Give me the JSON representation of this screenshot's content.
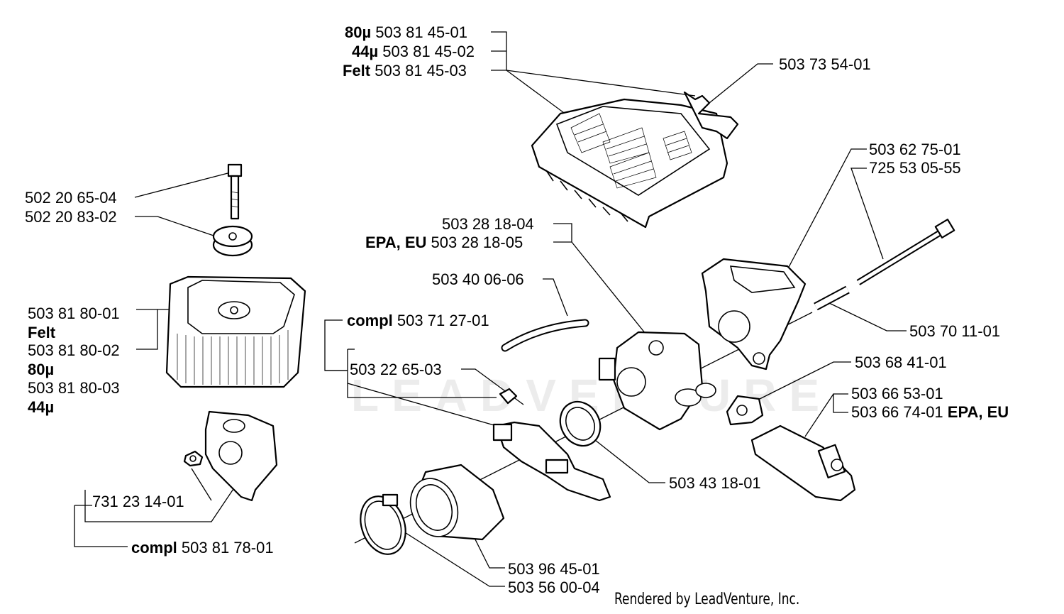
{
  "labels": {
    "filter_80": {
      "bold": "80µ",
      "text": "503 81 45-01"
    },
    "filter_44": {
      "bold": "44µ",
      "text": "503 81 45-02"
    },
    "filter_felt": {
      "bold": "Felt",
      "text": "503 81 45-03"
    },
    "cover": {
      "text": "503 73 54-01"
    },
    "bolt": {
      "text": "502 20 65-04"
    },
    "knob": {
      "text": "502 20 83-02"
    },
    "airfilter_1": {
      "text": "503 81 80-01"
    },
    "airfilter_felt": {
      "bold": "Felt"
    },
    "airfilter_2": {
      "text": "503 81 80-02"
    },
    "airfilter_80": {
      "bold": "80µ"
    },
    "airfilter_3": {
      "text": "503 81 80-03"
    },
    "airfilter_44": {
      "bold": "44µ"
    },
    "carb_1": {
      "text": "503 28 18-04"
    },
    "carb_epa": {
      "bold": "EPA, EU",
      "text": "503 28 18-05"
    },
    "hose": {
      "text": "503 40 06-06"
    },
    "intake_compl": {
      "bold": "compl",
      "text": "503 71 27-01"
    },
    "clip": {
      "text": "503 22 65-03"
    },
    "bracket_1": {
      "text": "503 62 75-01"
    },
    "bracket_2": {
      "text": "725 53 05-55"
    },
    "sleeve": {
      "text": "503 70 11-01"
    },
    "choke": {
      "text": "503 68 41-01"
    },
    "lever_1": {
      "text": "503 66 53-01"
    },
    "lever_epa": {
      "text": "503 66 74-01",
      "bold": "EPA, EU"
    },
    "gasket": {
      "text": "503 43 18-01"
    },
    "nut": {
      "text": "731 23 14-01"
    },
    "holder_compl": {
      "bold": "compl",
      "text": "503 81 78-01"
    },
    "boot": {
      "text": "503 96 45-01"
    },
    "clamp": {
      "text": "503 56 00-04"
    }
  },
  "footer": "Rendered by LeadVenture, Inc.",
  "watermark": "LEADVENTURE"
}
